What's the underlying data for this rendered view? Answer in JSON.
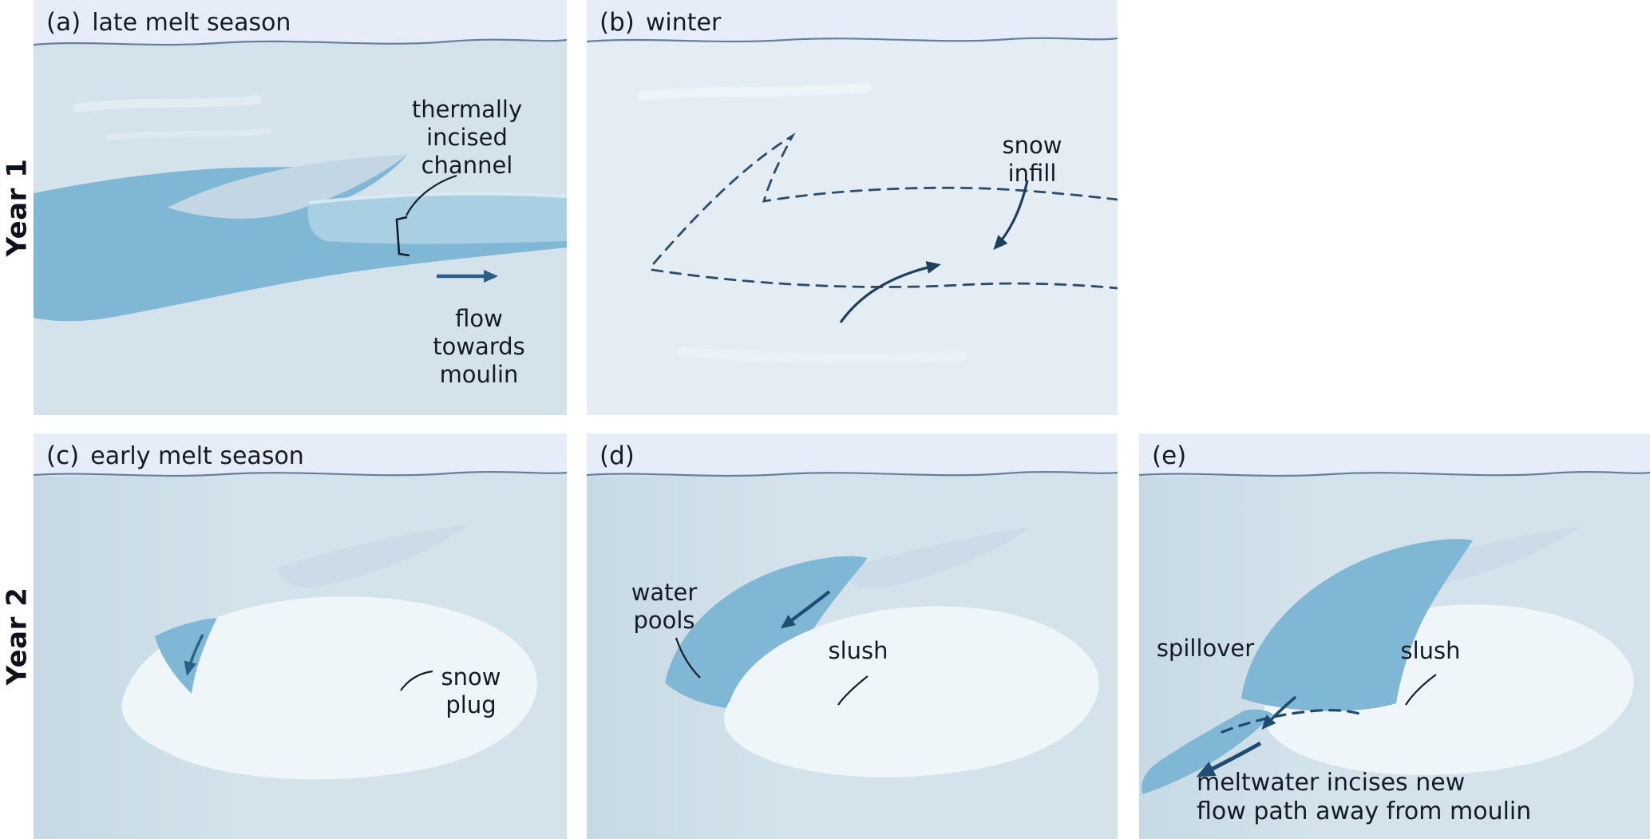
{
  "palette": {
    "sky": "#e6edf8",
    "ice": "#d4e2eb",
    "ice_winter": "#e3edf3",
    "snow_plug": "#eef6fa",
    "water": "#7fb7d4",
    "water_incised": "#a9cfe2",
    "ink": "#15202c",
    "arrow_navy": "#1f3f5e",
    "arrow_blue": "#1f4d72",
    "horizon": "#64809c"
  },
  "rows": {
    "year1": "Year 1",
    "year2": "Year 2"
  },
  "panels": {
    "a": {
      "tag": "(a)",
      "title": "late melt season",
      "thermally_incised_channel": "thermally\nincised\nchannel",
      "flow_towards_moulin": "flow\ntowards\nmoulin"
    },
    "b": {
      "tag": "(b)",
      "title": "winter",
      "snow_infill": "snow\ninfill"
    },
    "c": {
      "tag": "(c)",
      "title": "early melt season",
      "snow_plug": "snow\nplug"
    },
    "d": {
      "tag": "(d)",
      "title": "",
      "water_pools": "water\npools",
      "slush": "slush"
    },
    "e": {
      "tag": "(e)",
      "title": "",
      "spillover": "spillover",
      "slush": "slush",
      "caption": "meltwater incises new\nflow path away from moulin"
    }
  }
}
